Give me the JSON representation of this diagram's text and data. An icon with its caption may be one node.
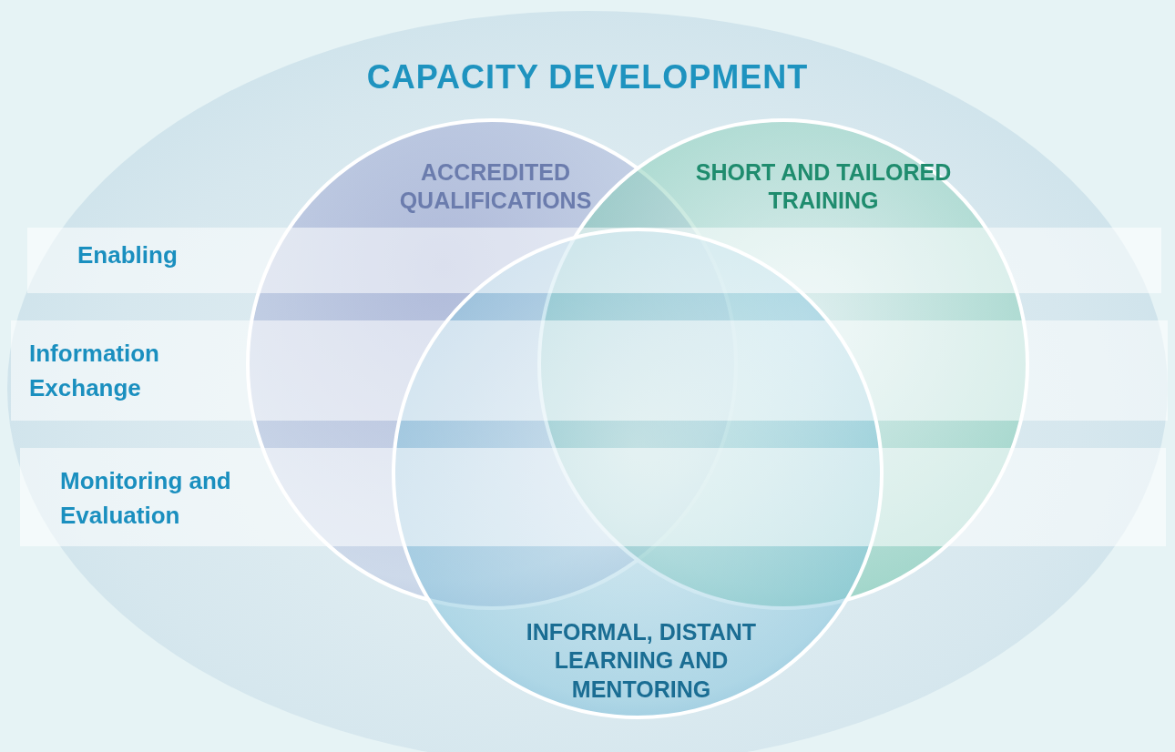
{
  "diagram": {
    "nodes": [
      {
        "text": [
          "CAPACITY DEVELOPMENT"
        ]
      },
      {
        "text": [
          "ACCREDITED QUALIFICATIONS"
        ],
        "in": 0
      },
      {
        "text": [
          "SHORT AND TAILORED TRAINING"
        ],
        "in": 0
      },
      {
        "text": [
          "Enabling"
        ],
        "in": 0
      },
      {
        "text": [
          "Information Exchange"
        ],
        "in": 0
      },
      {
        "text": [
          "Monitoring and Evaluation"
        ],
        "in": 0
      },
      {
        "text": [
          "INFORMAL, DISTANT LEARNING AND MENTORING"
        ],
        "in": 0
      }
    ]
  }
}
